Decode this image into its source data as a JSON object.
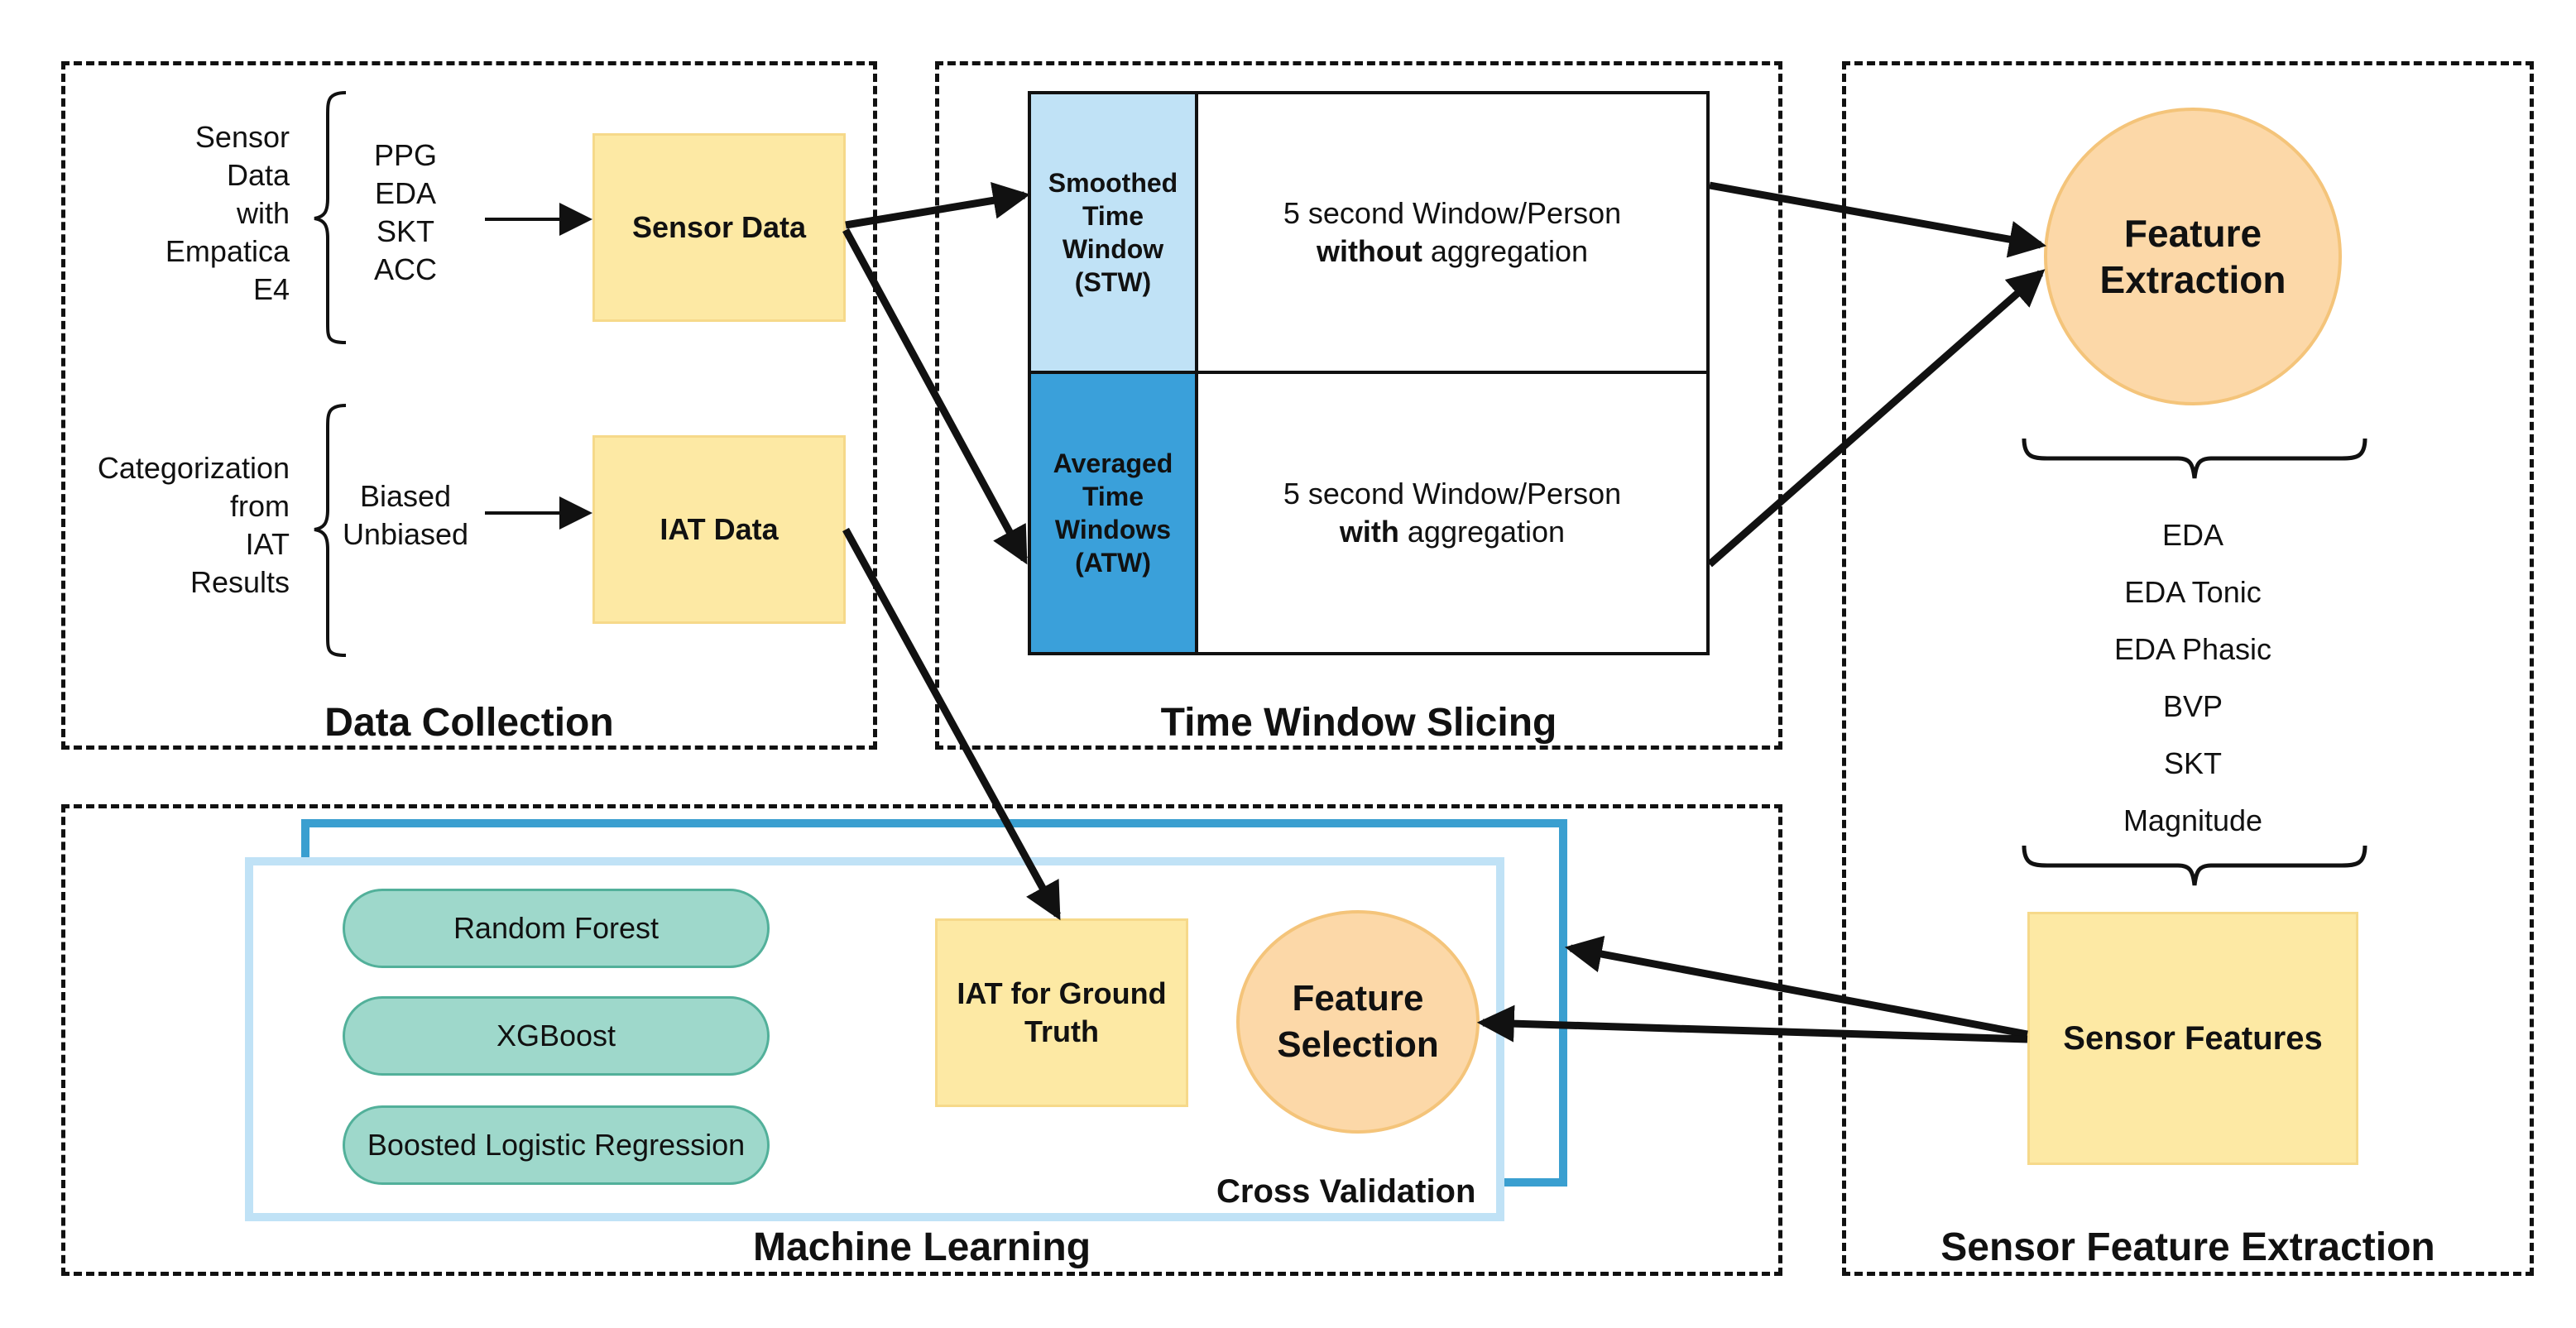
{
  "panels": {
    "data_collection": "Data Collection",
    "time_window_slicing": "Time Window Slicing",
    "sensor_feature_extraction": "Sensor Feature Extraction",
    "machine_learning": "Machine Learning"
  },
  "data_collection": {
    "sensor_source": [
      "Sensor",
      "Data",
      "with",
      "Empatica",
      "E4"
    ],
    "sensor_signals": [
      "PPG",
      "EDA",
      "SKT",
      "ACC"
    ],
    "sensor_box": "Sensor Data",
    "iat_source": [
      "Categorization",
      "from",
      "IAT",
      "Results"
    ],
    "iat_classes": [
      "Biased",
      "Unbiased"
    ],
    "iat_box": "IAT Data"
  },
  "time_window": {
    "stw_label": [
      "Smoothed",
      "Time",
      "Window",
      "(STW)"
    ],
    "stw_desc_line1": "5 second Window/Person",
    "stw_desc_bold": "without",
    "stw_desc_rest": " aggregation",
    "atw_label": [
      "Averaged",
      "Time",
      "Windows",
      "(ATW)"
    ],
    "atw_desc_line1": "5 second Window/Person",
    "atw_desc_bold": "with",
    "atw_desc_rest": " aggregation"
  },
  "feature_extraction": {
    "circle_label": [
      "Feature",
      "Extraction"
    ],
    "features": [
      "EDA",
      "EDA Tonic",
      "EDA Phasic",
      "BVP",
      "SKT",
      "Magnitude"
    ],
    "sensor_features_box": "Sensor Features"
  },
  "machine_learning": {
    "models": [
      "Random Forest",
      "XGBoost",
      "Boosted Logistic Regression"
    ],
    "ground_truth_box": [
      "IAT for Ground",
      "Truth"
    ],
    "feature_selection": [
      "Feature",
      "Selection"
    ],
    "cross_validation": "Cross Validation"
  },
  "colors": {
    "yellow_box": "#fde9a4",
    "orange_circle": "#fcd8a8",
    "teal_pill": "#9ed8cb",
    "light_blue": "#c0e2f6",
    "dark_blue": "#3aa0da",
    "cv_front_border": "#c0e2f6",
    "cv_back_border": "#3a9fd0"
  }
}
